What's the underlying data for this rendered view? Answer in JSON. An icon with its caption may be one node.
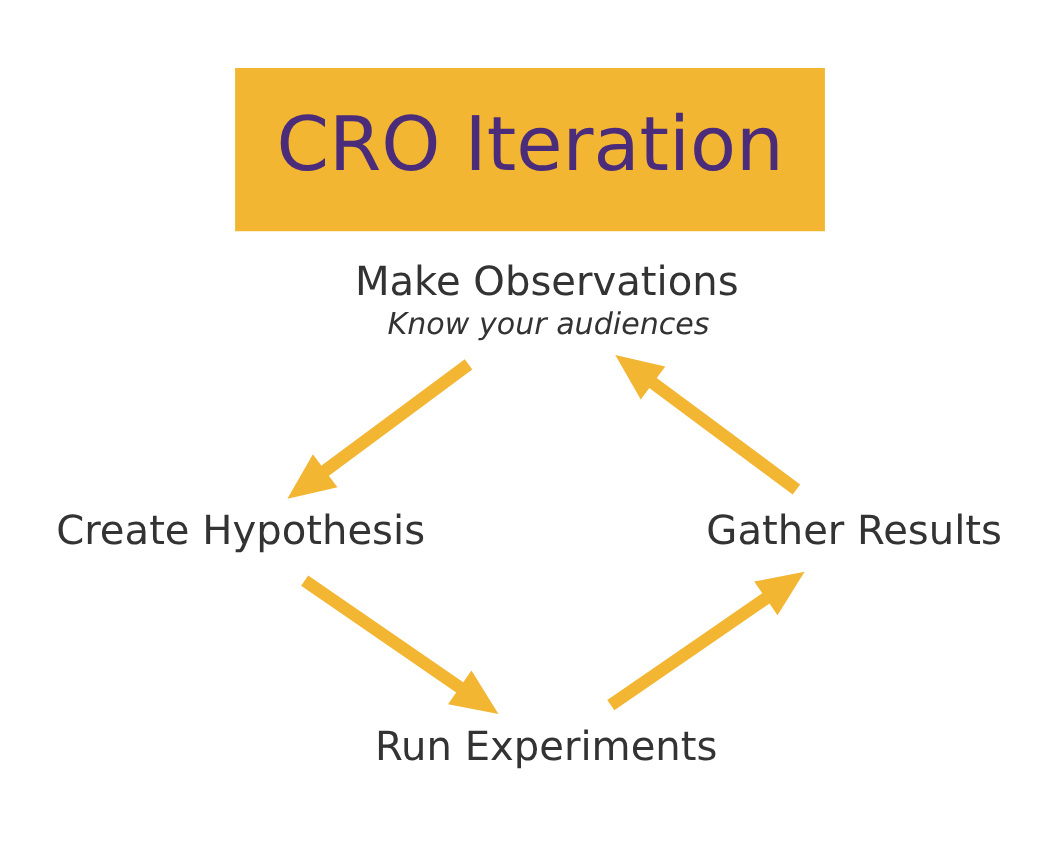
{
  "diagram": {
    "title": "CRO Iteration",
    "nodes": [
      {
        "text": [
          "Make Observations"
        ],
        "beside": [
          "Know your audiences"
        ]
      },
      {
        "text": [
          "Create Hypothesis"
        ]
      },
      {
        "text": [
          "Run Experiments"
        ]
      },
      {
        "text": [
          "Gather Results"
        ]
      }
    ],
    "edges": [
      {
        "from": 0,
        "to": 1,
        "arrow": "to"
      },
      {
        "from": 1,
        "to": 2,
        "arrow": "to"
      },
      {
        "from": 2,
        "to": 3,
        "arrow": "to"
      },
      {
        "from": 3,
        "to": 0,
        "arrow": "to"
      }
    ]
  }
}
